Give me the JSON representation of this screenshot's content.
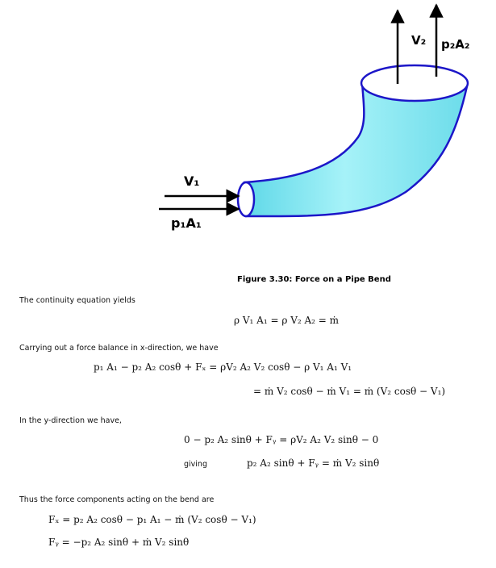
{
  "figure": {
    "caption": "Figure 3.30: Force on a Pipe Bend",
    "labels": {
      "v1": "V₁",
      "p1a1": "p₁A₁",
      "v2": "V₂",
      "p2a2": "p₂A₂"
    },
    "colors": {
      "pipe_fill": "#a6f2f8",
      "pipe_fill_dark": "#5fd8e8",
      "pipe_outline": "#1c16c8",
      "arrow": "#000000"
    }
  },
  "text": {
    "continuity_intro": "The continuity equation yields",
    "force_balance_intro": "Carrying out a force balance in x-direction, we have",
    "y_direction_intro": "In the y-direction we have,",
    "giving_label": "giving",
    "components_intro": "Thus the force components acting on the bend are"
  },
  "equations": {
    "continuity": "ρ V₁ A₁  =  ρ V₂ A₂  =  ṁ",
    "x_balance_line1": "p₁ A₁  −  p₂ A₂ cosθ + Fₓ  =  ρV₂ A₂ V₂ cosθ  −  ρ V₁ A₁ V₁",
    "x_balance_line2": "= ṁ V₂ cosθ  −  ṁ V₁  =  ṁ (V₂ cosθ  − V₁)",
    "y_balance": "0  −  p₂ A₂ sinθ + Fᵧ  =  ρV₂ A₂ V₂ sinθ  −  0",
    "y_result": "p₂ A₂ sinθ + Fᵧ  =  ṁ V₂ sinθ",
    "fx_result": "Fₓ  =  p₂ A₂ cosθ  −  p₁ A₁  −  ṁ (V₂ cosθ  −  V₁)",
    "fy_result": "Fᵧ  = −p₂ A₂ sinθ + ṁ V₂ sinθ"
  }
}
